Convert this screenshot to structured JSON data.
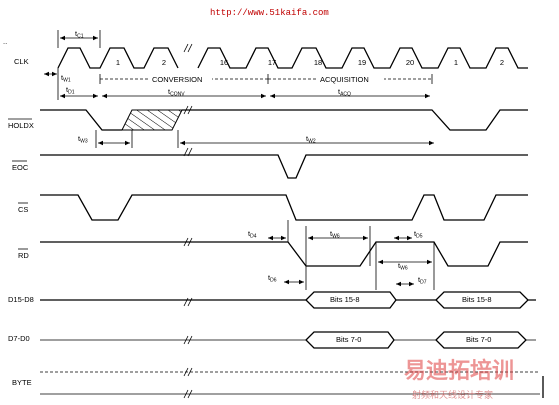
{
  "header": {
    "url": "http://www.51kaifa.com",
    "corner_mark": ".."
  },
  "signals": {
    "clk": "CLK",
    "holdx": "HOLDX",
    "eoc": "EOC",
    "cs": "CS",
    "rd": "RD",
    "d15_d8": "D15-D8",
    "d7_d0": "D7-D0",
    "byte": "BYTE"
  },
  "clock_numbers": [
    "1",
    "2",
    "16",
    "17",
    "18",
    "19",
    "20",
    "1",
    "2"
  ],
  "phases": {
    "conversion": "CONVERSION",
    "acquisition": "ACQUISITION"
  },
  "timing": {
    "tc1": {
      "main": "t",
      "sub": "C1"
    },
    "tw1": {
      "main": "t",
      "sub": "W1"
    },
    "td1": {
      "main": "t",
      "sub": "D1"
    },
    "tconv": {
      "main": "t",
      "sub": "CONV"
    },
    "tacq": {
      "main": "t",
      "sub": "ACQ"
    },
    "tw3": {
      "main": "t",
      "sub": "W3"
    },
    "tw2": {
      "main": "t",
      "sub": "W2"
    },
    "td4": {
      "main": "t",
      "sub": "D4"
    },
    "tw6_top": {
      "main": "t",
      "sub": "W6"
    },
    "td5": {
      "main": "t",
      "sub": "D5"
    },
    "td6": {
      "main": "t",
      "sub": "D6"
    },
    "tw6_bottom": {
      "main": "t",
      "sub": "W6"
    },
    "td7": {
      "main": "t",
      "sub": "D7"
    }
  },
  "buses": {
    "high_1": "Bits 15-8",
    "high_2": "Bits 15-8",
    "low_1": "Bits 7-0",
    "low_2": "Bits 7-0"
  },
  "watermark": {
    "big": "易迪拓培训",
    "small": "射频和天线设计专家"
  }
}
